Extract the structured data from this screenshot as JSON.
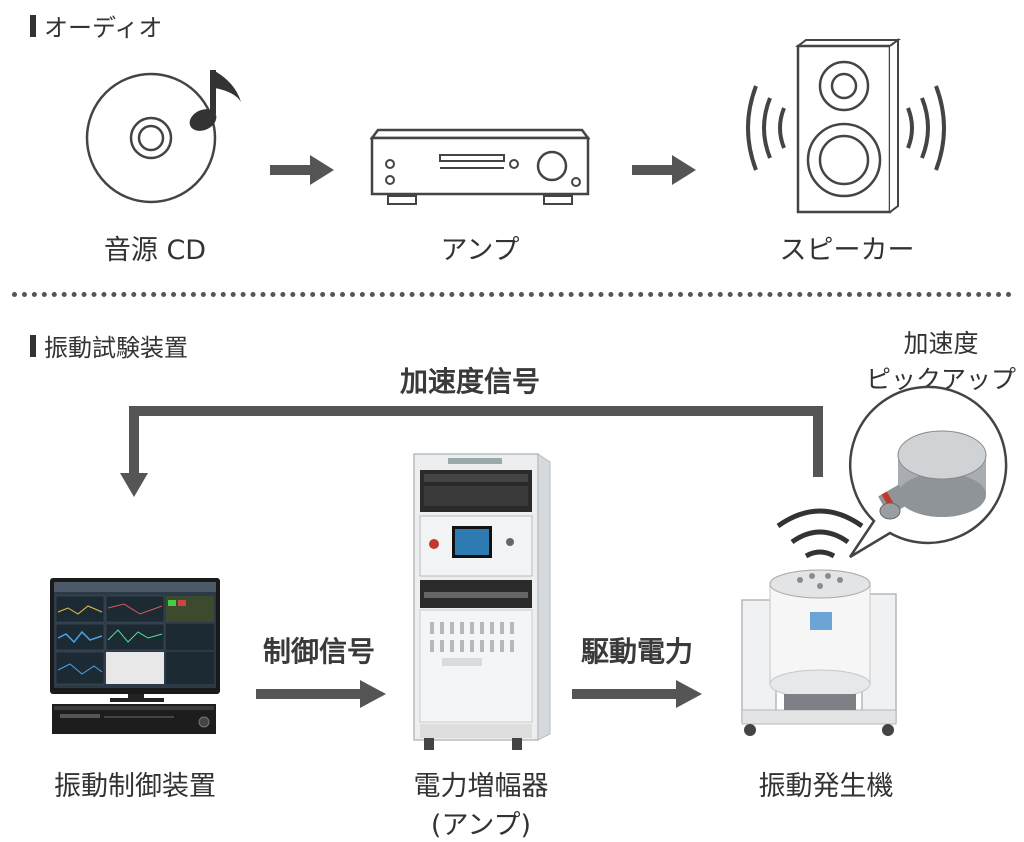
{
  "audio": {
    "title": "オーディオ",
    "cd_label": "音源 CD",
    "amp_label": "アンプ",
    "speaker_label": "スピーカー"
  },
  "vibration": {
    "title": "振動試験装置",
    "accel_signal_label": "加速度信号",
    "control_signal_label": "制御信号",
    "drive_power_label": "駆動電力",
    "controller_label": "振動制御装置",
    "amplifier_label_line1": "電力増幅器",
    "amplifier_label_line2": "(アンプ)",
    "shaker_label": "振動発生機",
    "pickup_label_line1": "加速度",
    "pickup_label_line2": "ピックアップ"
  },
  "colors": {
    "arrow": "#555555",
    "outline": "#444444"
  }
}
